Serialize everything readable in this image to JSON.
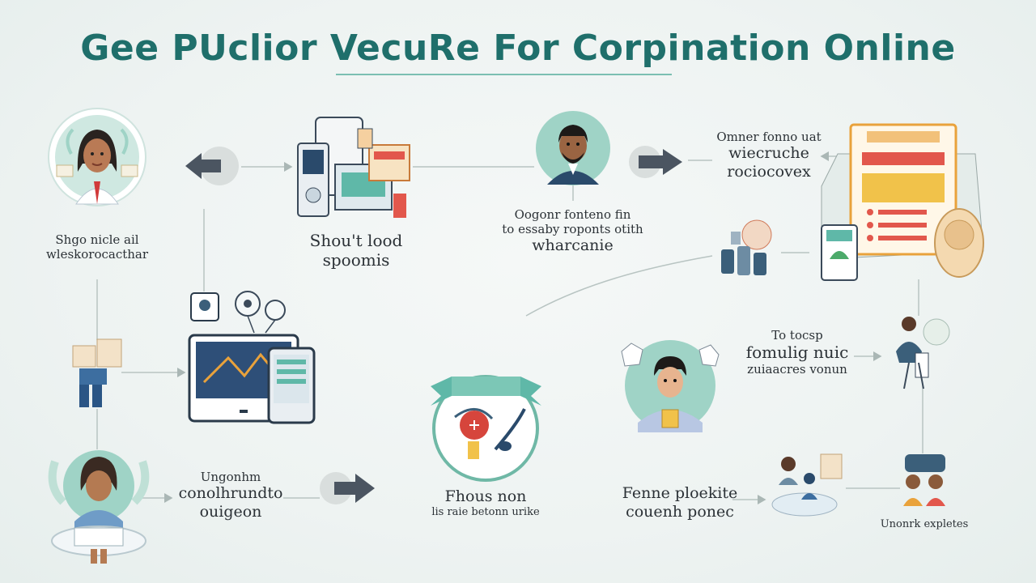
{
  "title": "Gee PUclior VecuRe For Corpination Online",
  "colors": {
    "title": "#1f6f6b",
    "teal": "#5fb8a8",
    "teal_light": "#9fd3c6",
    "dark_blue": "#2a4a6b",
    "orange": "#e9a23b",
    "red": "#e2574c",
    "connector": "#aab7b5",
    "text": "#2b3136"
  },
  "nodes": [
    {
      "id": "doctor",
      "icon": "doctor-avatar-icon",
      "caption": [
        "Shgo nicle ail",
        "wleskorocacthar"
      ]
    },
    {
      "id": "appliances",
      "icon": "appliances-icon",
      "caption": [
        "Shou't lood",
        "spoomis"
      ]
    },
    {
      "id": "man",
      "icon": "man-avatar-icon",
      "caption": [
        "Oogonr fonteno fin",
        "to essaby roponts otith",
        "wharcanie"
      ]
    },
    {
      "id": "online-form",
      "icon": "online-form-icon",
      "caption": [
        "Omner fonno uat",
        "wiecruche",
        "rociocovex"
      ]
    },
    {
      "id": "boxes",
      "icon": "boxes-person-icon",
      "caption": []
    },
    {
      "id": "computer",
      "icon": "computer-icon",
      "caption": []
    },
    {
      "id": "woman",
      "icon": "woman-avatar-icon",
      "caption": [
        "Ungonhm",
        "conolhrundto",
        "ouigeon"
      ]
    },
    {
      "id": "badge",
      "icon": "medical-badge-icon",
      "caption": [
        "Fhous non",
        "lis raie betonn urike"
      ]
    },
    {
      "id": "boy",
      "icon": "boy-avatar-icon",
      "caption": [
        "To tocsp",
        "fomulig nuic",
        "zuiaacres vonun"
      ]
    },
    {
      "id": "researcher",
      "icon": "researcher-icon",
      "caption": []
    },
    {
      "id": "lab-group",
      "icon": "lab-group-icon",
      "caption": [
        "Fenne ploekite",
        "couenh ponec"
      ]
    },
    {
      "id": "people",
      "icon": "people-group-icon",
      "caption": [
        "Unonrk expletes"
      ]
    }
  ]
}
